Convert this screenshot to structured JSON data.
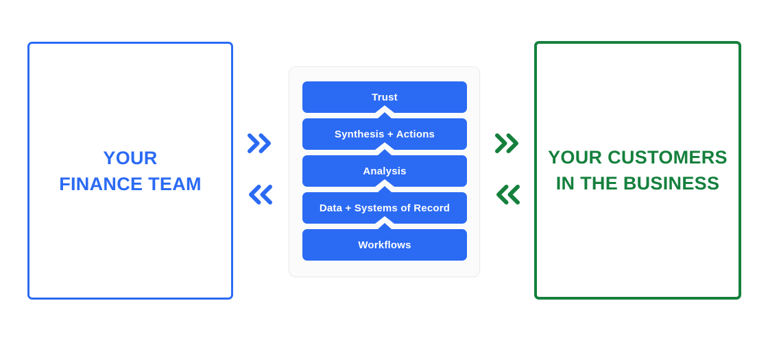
{
  "left_box": {
    "title_line1": "YOUR",
    "title_line2": "FINANCE TEAM",
    "color": "#2b6af3"
  },
  "stack": {
    "layers": [
      "Trust",
      "Synthesis + Actions",
      "Analysis",
      "Data + Systems of Record",
      "Workflows"
    ],
    "bar_color": "#2b6af3",
    "card_bg": "#fbfbfb"
  },
  "right_box": {
    "title_line1": "YOUR CUSTOMERS",
    "title_line2": "IN THE BUSINESS",
    "color": "#15803d"
  },
  "arrows": {
    "forward_icon": "double-chevron-right",
    "backward_icon": "double-chevron-left",
    "left_pair_color": "#2b6af3",
    "right_pair_color": "#15803d"
  }
}
